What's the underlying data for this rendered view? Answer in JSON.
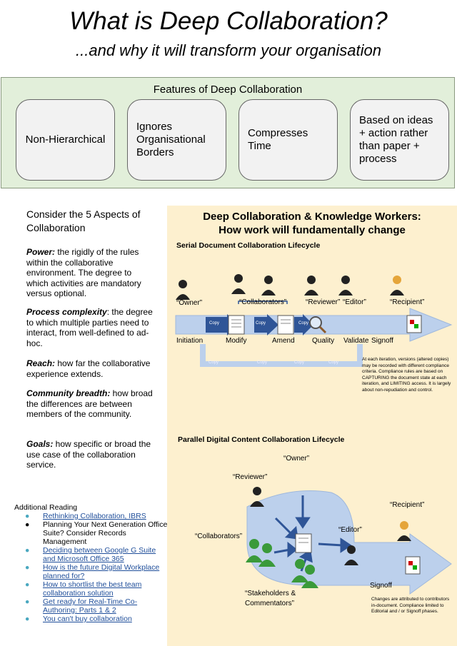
{
  "title": "What is Deep Collaboration?",
  "subtitle": "...and why it will transform your organisation",
  "features": {
    "heading": "Features of Deep Collaboration",
    "items": [
      "Non-Hierarchical",
      "Ignores Organisational Borders",
      "Compresses Time",
      "Based on ideas + action rather than paper + process"
    ]
  },
  "aspects": {
    "heading": "Consider the 5 Aspects of Collaboration",
    "items": [
      {
        "term": "Power:",
        "text": " the rigidly of the rules within the collaborative environment. The degree to which activities are mandatory versus optional."
      },
      {
        "term": "Process complexity",
        "text": ": the degree to which multiple parties need to interact, from well-defined to ad-hoc."
      },
      {
        "term": "Reach:",
        "text": " how far the collaborative experience extends."
      },
      {
        "term": "Community breadth:",
        "text": " how broad the differences are between members of the community."
      },
      {
        "term": "Goals:",
        "text": " how specific or broad the use case of the collaboration service."
      }
    ]
  },
  "reading": {
    "heading": "Additional Reading",
    "items": [
      {
        "text": "Rethinking Collaboration, IBRS",
        "link": true
      },
      {
        "text": "Planning Your Next Generation Office Suite? Consider Records Management",
        "link": false
      },
      {
        "text": "Deciding between Google G Suite and Microsoft Office 365",
        "link": true
      },
      {
        "text": "How is the future Digital Workplace planned for?",
        "link": true
      },
      {
        "text": "How to shortlist the best team collaboration solution",
        "link": true
      },
      {
        "text": "Get ready for Real-Time Co-Authoring: Parts 1 & 2",
        "link": true
      },
      {
        "text": "You can't buy collaboration",
        "link": true
      }
    ]
  },
  "infographic": {
    "title_line1": "Deep Collaboration & Knowledge Workers:",
    "title_line2": "How work will fundamentally change",
    "serial": {
      "heading": "Serial Document Collaboration Lifecycle",
      "roles": [
        "“Owner”",
        "“Collaborators”",
        "“Reviewer”",
        "“Editor”",
        "“Recipient”"
      ],
      "stages": [
        "Initiation",
        "Modify",
        "Amend",
        "Quality",
        "Validate",
        "Signoff"
      ],
      "copy_label": "Copy",
      "note": "At each iteration, versions (altered copies) may be recorded with different compliance criteria. Compliance rules are based on CAPTURING the document state at each iteration, and LIMITING access. It is largely about non-repudiation and control."
    },
    "parallel": {
      "heading": "Parallel Digital Content Collaboration Lifecycle",
      "owner": "“Owner”",
      "reviewer": "“Reviewer”",
      "recipient": "“Recipient”",
      "collaborators": "“Collaborators”",
      "editor": "“Editor”",
      "stakeholders_line1": "“Stakeholders &",
      "stakeholders_line2": "Commentators”",
      "signoff": "Signoff",
      "note": "Changes are attributed to contributors in-document. Compliance limited to Editorial and / or Signoff  phases."
    }
  }
}
